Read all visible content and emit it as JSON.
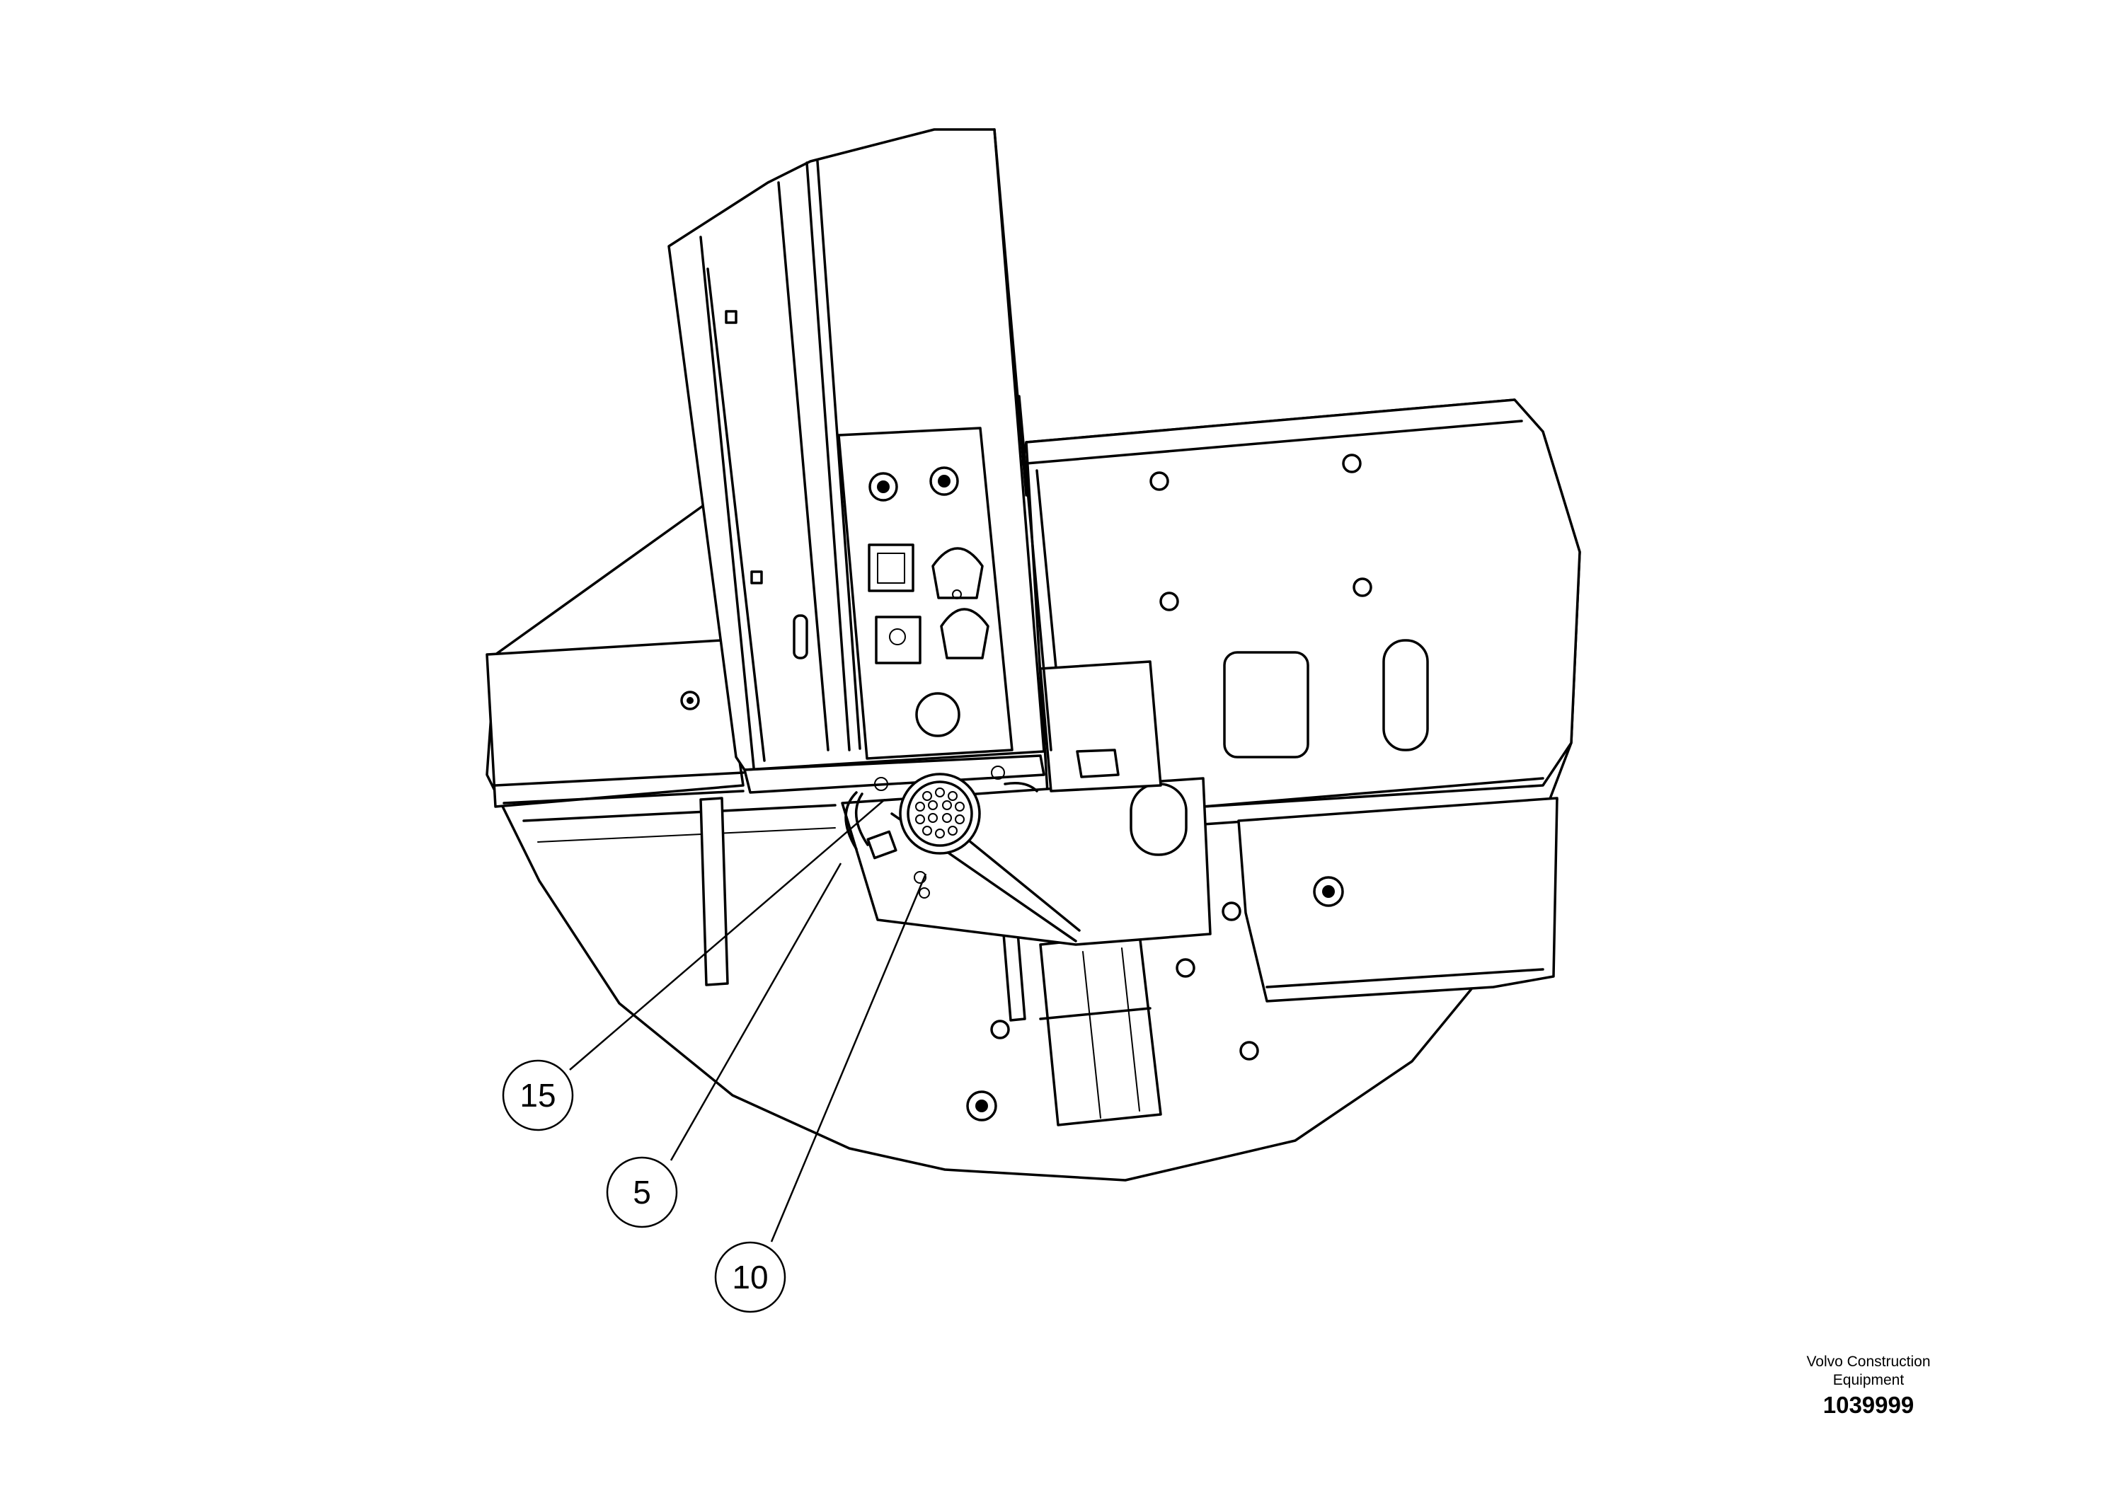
{
  "callouts": [
    {
      "label": "15"
    },
    {
      "label": "5"
    },
    {
      "label": "10"
    }
  ],
  "brand": {
    "line1": "Volvo Construction",
    "line2": "Equipment"
  },
  "drawing_number": "1039999",
  "icons": [
    "connector-icon",
    "nut-icon",
    "bolt-hole-icon"
  ]
}
